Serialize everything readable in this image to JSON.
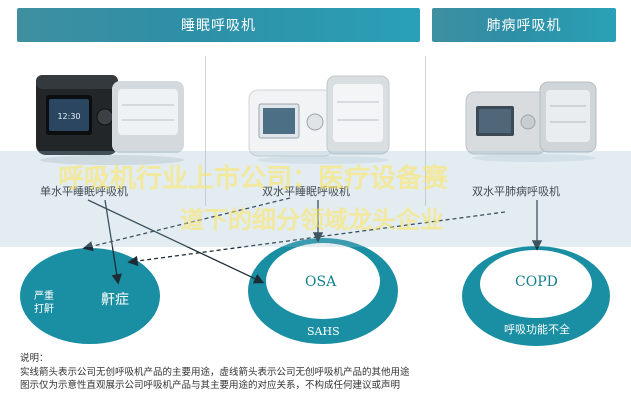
{
  "headers": {
    "sleep": "睡眠呼吸机",
    "lung": "肺病呼吸机"
  },
  "products": {
    "single": "单水平睡眠呼吸机",
    "double": "双水平睡眠呼吸机",
    "lung": "双水平肺病呼吸机",
    "screen_text": "12:30"
  },
  "conditions": {
    "snore": "鼾症",
    "snore_note_1": "严重",
    "snore_note_2": "打鼾",
    "osa": "OSA",
    "sahs": "SAHS",
    "copd": "COPD",
    "resp_fail": "呼吸功能不全"
  },
  "watermark": {
    "line1": "呼吸机行业上市公司：医疗设备赛",
    "line2": "道下的细分领域龙头企业"
  },
  "notes": {
    "title": "说明：",
    "line1": "实线箭头表示公司无创呼吸机产品的主要用途，虚线箭头表示公司无创呼吸机产品的其他用途",
    "line2": "图示仅为示意性直观展示公司呼吸机产品与其主要用途的对应关系，不构成任何建议或声明"
  },
  "colors": {
    "header": "#2e8fa6",
    "ring": "#1a8fa3",
    "label": "#14808f"
  }
}
